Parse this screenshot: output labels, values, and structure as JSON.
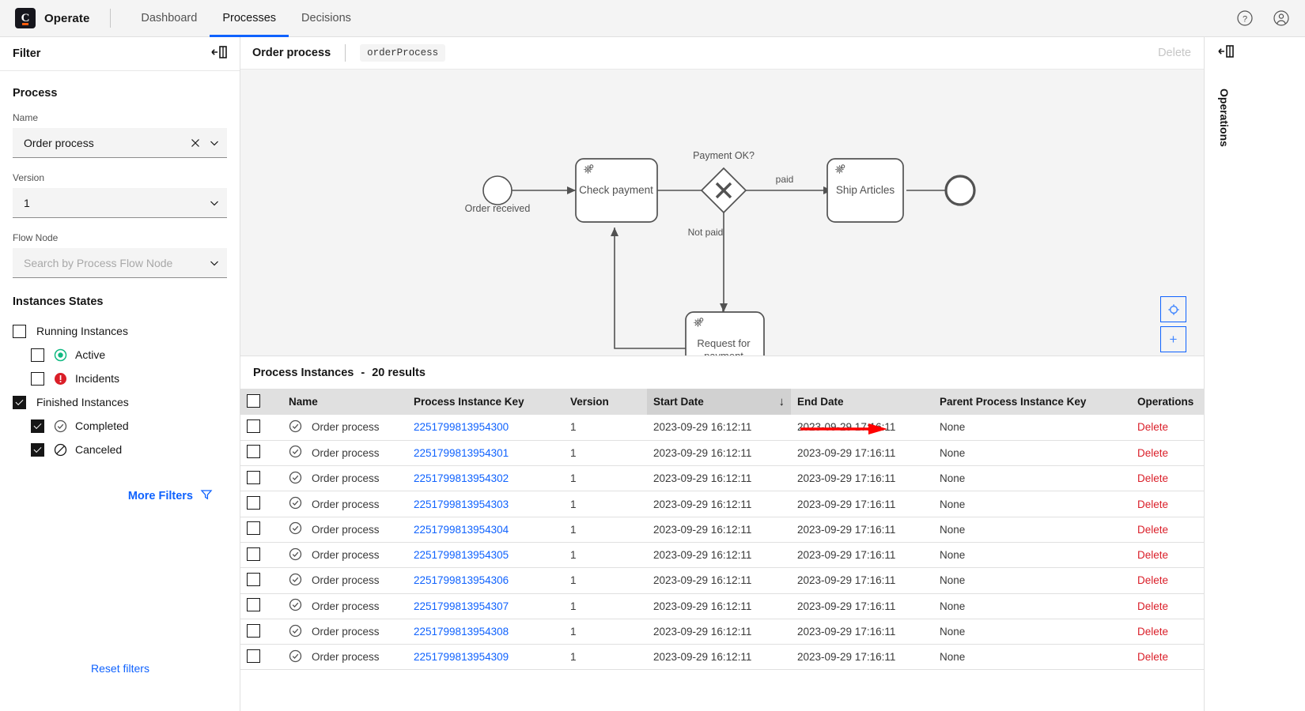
{
  "app": {
    "brand_letter": "C",
    "brand_name": "Operate",
    "nav": [
      {
        "label": "Dashboard",
        "active": false
      },
      {
        "label": "Processes",
        "active": true
      },
      {
        "label": "Decisions",
        "active": false
      }
    ],
    "help_icon": "help-circle-icon",
    "user_icon": "user-avatar-icon",
    "accent_color": "#0f62fe",
    "danger_color": "#da1e28"
  },
  "filter": {
    "title": "Filter",
    "collapse_icon": "panel-collapse-icon",
    "process_section": "Process",
    "name_label": "Name",
    "name_value": "Order process",
    "clear_icon": "clear-x-icon",
    "chevron_icon": "chevron-down-icon",
    "version_label": "Version",
    "version_value": "1",
    "flownode_label": "Flow Node",
    "flownode_placeholder": "Search by Process Flow Node",
    "states_title": "Instances States",
    "states": [
      {
        "label": "Running Instances",
        "checked": false,
        "sub": false,
        "icon": null
      },
      {
        "label": "Active",
        "checked": false,
        "sub": true,
        "icon": "active-green-icon"
      },
      {
        "label": "Incidents",
        "checked": false,
        "sub": true,
        "icon": "incident-red-icon"
      },
      {
        "label": "Finished Instances",
        "checked": true,
        "sub": false,
        "icon": null
      },
      {
        "label": "Completed",
        "checked": true,
        "sub": true,
        "icon": "completed-check-icon"
      },
      {
        "label": "Canceled",
        "checked": true,
        "sub": true,
        "icon": "canceled-slash-icon"
      }
    ],
    "more_filters": "More Filters",
    "more_filters_icon": "filter-funnel-icon",
    "reset_filters": "Reset filters"
  },
  "panel": {
    "title": "Order process",
    "tag": "orderProcess",
    "delete_label": "Delete"
  },
  "diagram": {
    "nodes": [
      {
        "id": "start",
        "type": "start-event",
        "label": "Order received"
      },
      {
        "id": "check",
        "type": "service-task",
        "label": "Check payment"
      },
      {
        "id": "gateway",
        "type": "exclusive-gateway",
        "label": "Payment OK?"
      },
      {
        "id": "ship",
        "type": "service-task",
        "label": "Ship Articles"
      },
      {
        "id": "request",
        "type": "service-task",
        "label": "Request for payment"
      },
      {
        "id": "end",
        "type": "end-event",
        "label": ""
      }
    ],
    "flow_labels": [
      "paid",
      "Not paid"
    ],
    "zoom_controls": [
      {
        "name": "reset-zoom-button",
        "glyph": "reset"
      },
      {
        "name": "zoom-in-button",
        "glyph": "+"
      },
      {
        "name": "zoom-out-button",
        "glyph": "−"
      }
    ]
  },
  "list": {
    "title": "Process Instances",
    "dash": "-",
    "results": "20 results",
    "columns": [
      "Name",
      "Process Instance Key",
      "Version",
      "Start Date",
      "End Date",
      "Parent Process Instance Key",
      "Operations"
    ],
    "sorted_column": "Start Date",
    "sort_icon": "sort-descending-arrow-icon",
    "rows": [
      {
        "name": "Order process",
        "key": "2251799813954300",
        "version": "1",
        "start": "2023-09-29 16:12:11",
        "end": "2023-09-29 17:16:11",
        "parent": "None",
        "operation": "Delete"
      },
      {
        "name": "Order process",
        "key": "2251799813954301",
        "version": "1",
        "start": "2023-09-29 16:12:11",
        "end": "2023-09-29 17:16:11",
        "parent": "None",
        "operation": "Delete"
      },
      {
        "name": "Order process",
        "key": "2251799813954302",
        "version": "1",
        "start": "2023-09-29 16:12:11",
        "end": "2023-09-29 17:16:11",
        "parent": "None",
        "operation": "Delete"
      },
      {
        "name": "Order process",
        "key": "2251799813954303",
        "version": "1",
        "start": "2023-09-29 16:12:11",
        "end": "2023-09-29 17:16:11",
        "parent": "None",
        "operation": "Delete"
      },
      {
        "name": "Order process",
        "key": "2251799813954304",
        "version": "1",
        "start": "2023-09-29 16:12:11",
        "end": "2023-09-29 17:16:11",
        "parent": "None",
        "operation": "Delete"
      },
      {
        "name": "Order process",
        "key": "2251799813954305",
        "version": "1",
        "start": "2023-09-29 16:12:11",
        "end": "2023-09-29 17:16:11",
        "parent": "None",
        "operation": "Delete"
      },
      {
        "name": "Order process",
        "key": "2251799813954306",
        "version": "1",
        "start": "2023-09-29 16:12:11",
        "end": "2023-09-29 17:16:11",
        "parent": "None",
        "operation": "Delete"
      },
      {
        "name": "Order process",
        "key": "2251799813954307",
        "version": "1",
        "start": "2023-09-29 16:12:11",
        "end": "2023-09-29 17:16:11",
        "parent": "None",
        "operation": "Delete"
      },
      {
        "name": "Order process",
        "key": "2251799813954308",
        "version": "1",
        "start": "2023-09-29 16:12:11",
        "end": "2023-09-29 17:16:11",
        "parent": "None",
        "operation": "Delete"
      },
      {
        "name": "Order process",
        "key": "2251799813954309",
        "version": "1",
        "start": "2023-09-29 16:12:11",
        "end": "2023-09-29 17:16:11",
        "parent": "None",
        "operation": "Delete"
      }
    ]
  },
  "operations_panel": {
    "title": "Operations",
    "collapse_icon": "panel-collapse-icon"
  },
  "annotation": {
    "type": "pointer-arrow",
    "color": "#ff0000",
    "points_to": "Delete"
  }
}
